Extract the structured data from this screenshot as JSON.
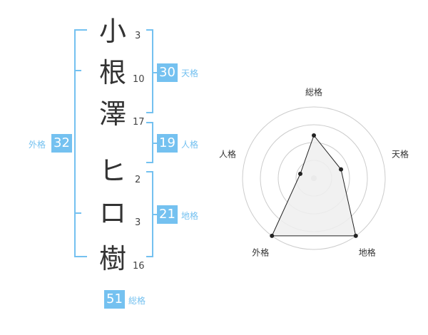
{
  "colors": {
    "accent": "#74c1f0",
    "text": "#333333",
    "ring": "#cccccc",
    "fill": "#eeeeee",
    "polygon": "#222222"
  },
  "name": {
    "chars": [
      {
        "char": "小",
        "strokes": "3"
      },
      {
        "char": "根",
        "strokes": "10"
      },
      {
        "char": "澤",
        "strokes": "17"
      },
      {
        "char": "ヒ",
        "strokes": "2"
      },
      {
        "char": "ロ",
        "strokes": "3"
      },
      {
        "char": "樹",
        "strokes": "16"
      }
    ]
  },
  "fortune": {
    "tenkaku": {
      "value": "30",
      "label": "天格"
    },
    "jinkaku": {
      "value": "19",
      "label": "人格"
    },
    "chikaku": {
      "value": "21",
      "label": "地格"
    },
    "gaikaku": {
      "value": "32",
      "label": "外格"
    },
    "soukaku": {
      "value": "51",
      "label": "総格"
    }
  },
  "chart_data": {
    "type": "radar",
    "axes": [
      "総格",
      "天格",
      "地格",
      "外格",
      "人格"
    ],
    "rings": 4,
    "max": 5,
    "values": [
      3,
      2,
      5,
      5,
      1
    ]
  }
}
